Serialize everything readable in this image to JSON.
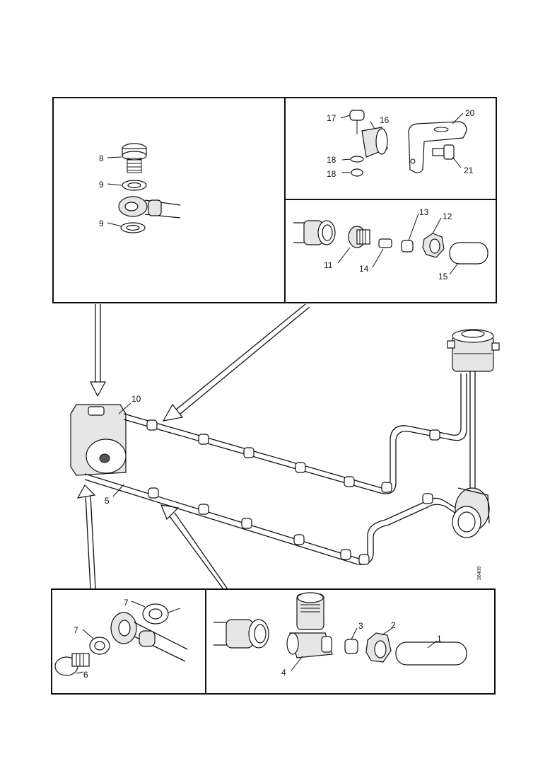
{
  "diagram": {
    "callouts": {
      "c1": "1",
      "c2": "2",
      "c3": "3",
      "c4": "4",
      "c5": "5",
      "c6": "6",
      "c7a": "7",
      "c7b": "7",
      "c8": "8",
      "c9a": "9",
      "c9b": "9",
      "c10": "10",
      "c11": "11",
      "c12": "12",
      "c13": "13",
      "c14": "14",
      "c15": "15",
      "c16": "16",
      "c17": "17",
      "c18a": "18",
      "c18b": "18",
      "c20": "20",
      "c21": "21"
    },
    "drawing_number": "36409"
  }
}
